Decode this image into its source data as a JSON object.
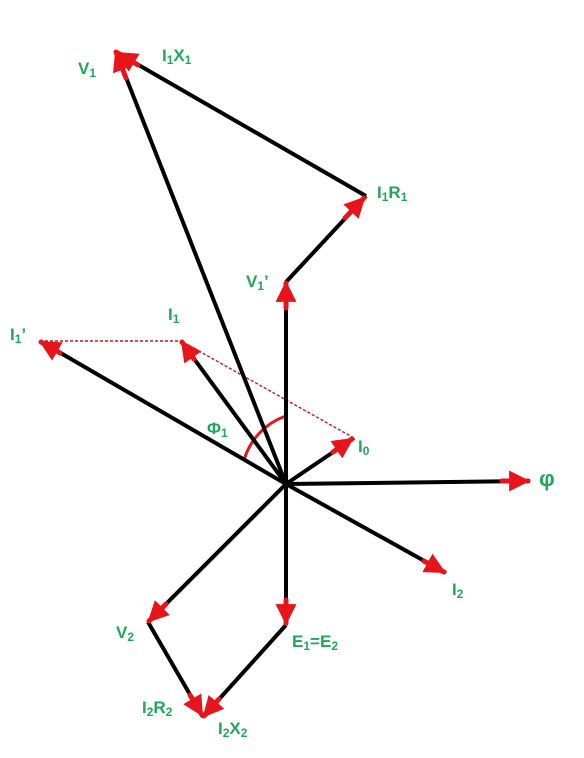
{
  "colors": {
    "phasor": "#000000",
    "arrow_head": "#e8141b",
    "label": "#22a65a",
    "dashed": "#c0181c"
  },
  "labels": {
    "V1": {
      "base": "V",
      "sub": "1",
      "suffix": ""
    },
    "I1X1": {
      "base": "I",
      "sub": "1",
      "base2": "X",
      "sub2": "1"
    },
    "I1R1": {
      "base": "I",
      "sub": "1",
      "base2": "R",
      "sub2": "1"
    },
    "V1p": {
      "base": "V",
      "sub": "1",
      "suffix": "’"
    },
    "I1": {
      "base": "I",
      "sub": "1",
      "suffix": ""
    },
    "I1p": {
      "base": "I",
      "sub": "1",
      "suffix": "’"
    },
    "Phi1": {
      "base": "Φ",
      "sub": "1",
      "suffix": ""
    },
    "I0": {
      "base": "I",
      "sub": "0",
      "suffix": ""
    },
    "phi": {
      "text": "φ"
    },
    "I2": {
      "base": "I",
      "sub": "2",
      "suffix": ""
    },
    "V2": {
      "base": "V",
      "sub": "2",
      "suffix": ""
    },
    "E1E2": {
      "base": "E",
      "sub": "1",
      "base2": "=E",
      "sub2": "2"
    },
    "I2R2": {
      "base": "I",
      "sub": "2",
      "base2": "R",
      "sub2": "2"
    },
    "I2X2": {
      "base": "I",
      "sub": "2",
      "base2": "X",
      "sub2": "2"
    }
  }
}
